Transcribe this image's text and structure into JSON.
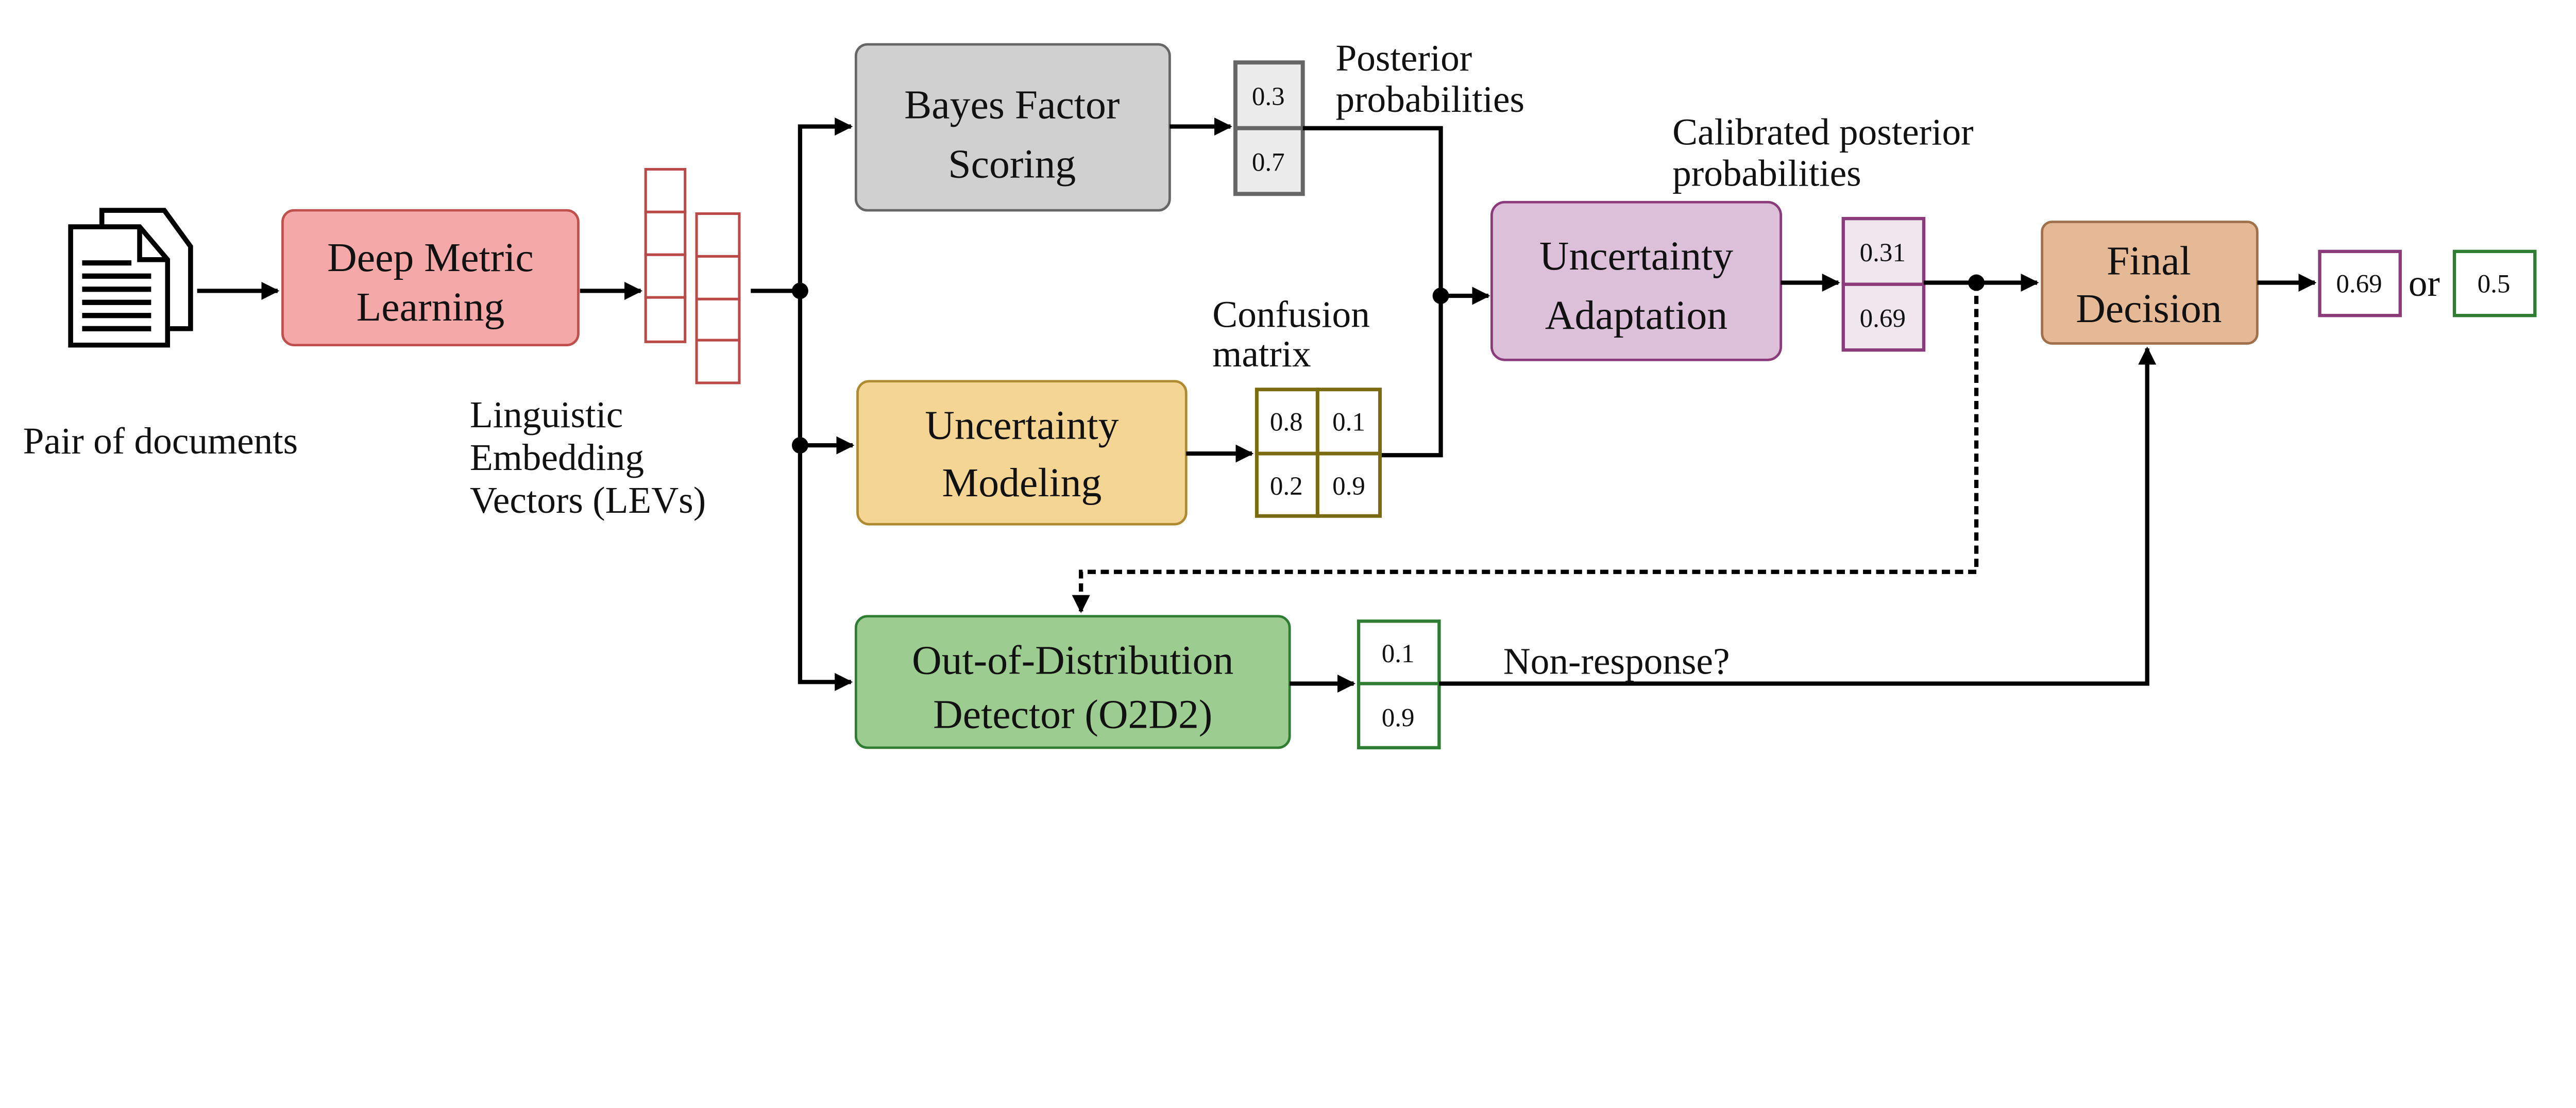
{
  "labels": {
    "pair_of_documents": "Pair of documents",
    "levs": [
      "Linguistic",
      "Embedding",
      "Vectors (LEVs)"
    ],
    "posterior": [
      "Posterior",
      "probabilities"
    ],
    "calibrated": [
      "Calibrated posterior",
      "probabilities"
    ],
    "confusion": [
      "Confusion",
      "matrix"
    ],
    "non_response": "Non-response?",
    "or": "or"
  },
  "boxes": {
    "deep_metric": {
      "lines": [
        "Deep Metric",
        "Learning"
      ],
      "fill": "#f4a9a8",
      "stroke": "#c0504d"
    },
    "bayes": {
      "lines": [
        "Bayes Factor",
        "Scoring"
      ],
      "fill": "#d0d0d0",
      "stroke": "#666666"
    },
    "uncertainty_modeling": {
      "lines": [
        "Uncertainty",
        "Modeling"
      ],
      "fill": "#f5d593",
      "stroke": "#b08a30"
    },
    "uncertainty_adaptation": {
      "lines": [
        "Uncertainty",
        "Adaptation"
      ],
      "fill": "#dcbfd8",
      "stroke": "#8b3a7a"
    },
    "final_decision": {
      "lines": [
        "Final",
        "Decision"
      ],
      "fill": "#e5b896",
      "stroke": "#a0704a"
    },
    "ood": {
      "lines": [
        "Out-of-Distribution",
        "Detector (O2D2)"
      ],
      "fill": "#9ccc8f",
      "stroke": "#2e7d32"
    }
  },
  "values": {
    "posterior": [
      "0.3",
      "0.7"
    ],
    "confusion": [
      "0.8",
      "0.1",
      "0.2",
      "0.9"
    ],
    "calibrated": [
      "0.31",
      "0.69"
    ],
    "ood": [
      "0.1",
      "0.9"
    ],
    "outputs": [
      "0.69",
      "0.5"
    ]
  },
  "icons": {
    "documents": "documents-icon"
  }
}
